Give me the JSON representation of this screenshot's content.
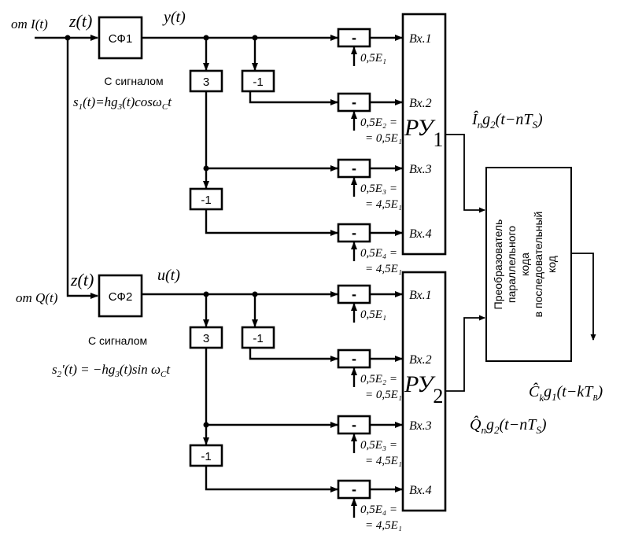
{
  "inputs": {
    "I": "от I(t)",
    "Q": "от Q(t)",
    "z_top": "z(t)",
    "z_bottom": "z(t)"
  },
  "filters": {
    "top": "СФ1",
    "bottom": "СФ2"
  },
  "signals": {
    "y": "y(t)",
    "u": "u(t)"
  },
  "captions": {
    "top_label": "С сигналом",
    "top_formula": "s₁(t)=hg₃(t)cosω_C t",
    "bottom_label": "С сигналом",
    "bottom_formula": "s′₂(t)=−hg₃(t)sinω_C t"
  },
  "gains": {
    "three": "3",
    "neg_one": "-1"
  },
  "subtractor": "-",
  "branches": [
    {
      "name": "top",
      "ru_label": "РУ",
      "ru_index": "1",
      "inputs": [
        "Вх.1",
        "Вх.2",
        "Вх.3",
        "Вх.4"
      ],
      "thresholds": [
        [
          "0,5E₁"
        ],
        [
          "0,5E₂ =",
          "= 0,5E₁"
        ],
        [
          "0,5E₃ =",
          "= 4,5E₁"
        ],
        [
          "0,5E₄ =",
          "= 4,5E₁"
        ]
      ],
      "output": "Îₙg₂(t−nTₛ)"
    },
    {
      "name": "bottom",
      "ru_label": "РУ",
      "ru_index": "2",
      "inputs": [
        "Вх.1",
        "Вх.2",
        "Вх.3",
        "Вх.4"
      ],
      "thresholds": [
        [
          "0,5E₁"
        ],
        [
          "0,5E₂ =",
          "= 0,5E₁"
        ],
        [
          "0,5E₃ =",
          "= 4,5E₁"
        ],
        [
          "0,5E₄ =",
          "= 4,5E₁"
        ]
      ],
      "output": "Q̂ₙg₂(t−nTₛ)"
    }
  ],
  "converter": {
    "lines": [
      "Преобразователь",
      "параллельного",
      "кода",
      "в последовательный",
      "код"
    ]
  },
  "final_output": "Ĉₖg₁(t−kT_B)"
}
